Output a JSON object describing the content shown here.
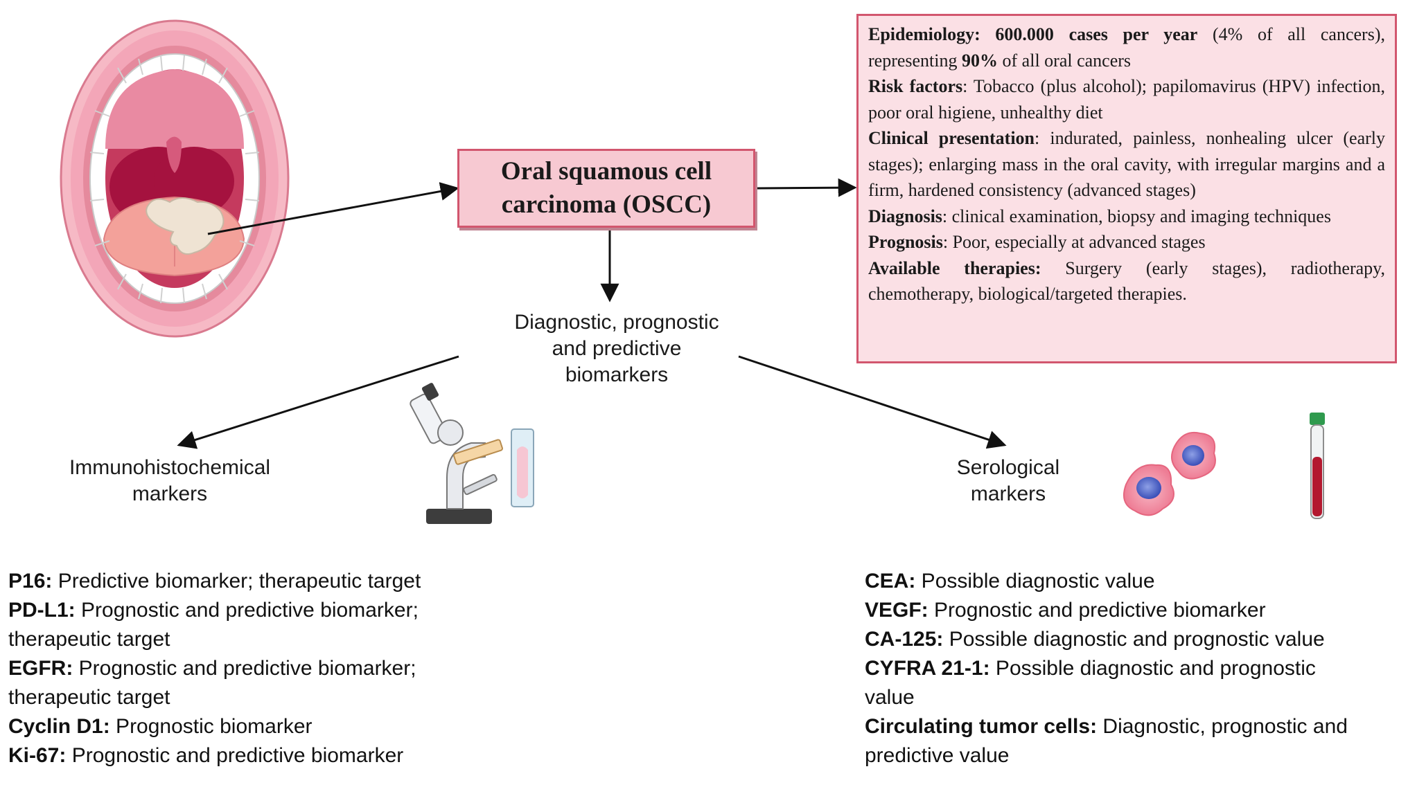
{
  "center_title": {
    "line1": "Oral squamous cell",
    "line2": "carcinoma (OSCC)"
  },
  "info_box": {
    "items": [
      {
        "label": "Epidemiology: 600.000 cases per year",
        "text_a": " (4% of all cancers), representing ",
        "bold_b": "90%",
        "text_c": " of all oral cancers"
      },
      {
        "label": "Risk factors",
        "text": ": Tobacco (plus alcohol); papilomavirus (HPV) infection, poor oral higiene, unhealthy diet"
      },
      {
        "label": "Clinical presentation",
        "text": ": indurated, painless, nonhealing ulcer (early stages); enlarging mass in the oral cavity, with irregular margins and a firm, hardened consistency (advanced stages)"
      },
      {
        "label": "Diagnosis",
        "text": ": clinical examination, biopsy and imaging techniques"
      },
      {
        "label": "Prognosis",
        "text": ": Poor, especially at advanced stages"
      },
      {
        "label": "Available therapies:",
        "text": " Surgery (early stages), radiotherapy, chemotherapy, biological/targeted therapies."
      }
    ]
  },
  "biomarkers_label": {
    "line1": "Diagnostic, prognostic",
    "line2": "and predictive",
    "line3": "biomarkers"
  },
  "ihc_label": {
    "line1": "Immunohistochemical",
    "line2": "markers"
  },
  "serological_label": {
    "line1": "Serological",
    "line2": "markers"
  },
  "ihc_markers": [
    {
      "name": "P16:",
      "desc": " Predictive biomarker; therapeutic target"
    },
    {
      "name": "PD-L1:",
      "desc": " Prognostic and predictive biomarker; therapeutic target"
    },
    {
      "name": "EGFR:",
      "desc": " Prognostic and predictive biomarker; therapeutic target"
    },
    {
      "name": "Cyclin D1:",
      "desc": " Prognostic biomarker"
    },
    {
      "name": "Ki-67:",
      "desc": " Prognostic and predictive biomarker"
    }
  ],
  "serological_markers": [
    {
      "name": "CEA:",
      "desc": " Possible diagnostic value"
    },
    {
      "name": "VEGF:",
      "desc": " Prognostic and predictive biomarker"
    },
    {
      "name": "CA-125:",
      "desc": " Possible diagnostic and prognostic value"
    },
    {
      "name": "CYFRA 21-1:",
      "desc": " Possible diagnostic and prognostic value"
    },
    {
      "name": "Circulating tumor cells:",
      "desc": " Diagnostic, prognostic and predictive value"
    }
  ],
  "colors": {
    "box_fill": "#f7c9d2",
    "box_border": "#d2566e",
    "info_fill": "#fbe0e5",
    "lip_pink": "#f3a6b8",
    "throat_red": "#b0184a",
    "tongue_pink": "#f3a19a",
    "lesion": "#efe3d3",
    "blood_red": "#b3182f",
    "tube_green": "#2f9a4e"
  }
}
